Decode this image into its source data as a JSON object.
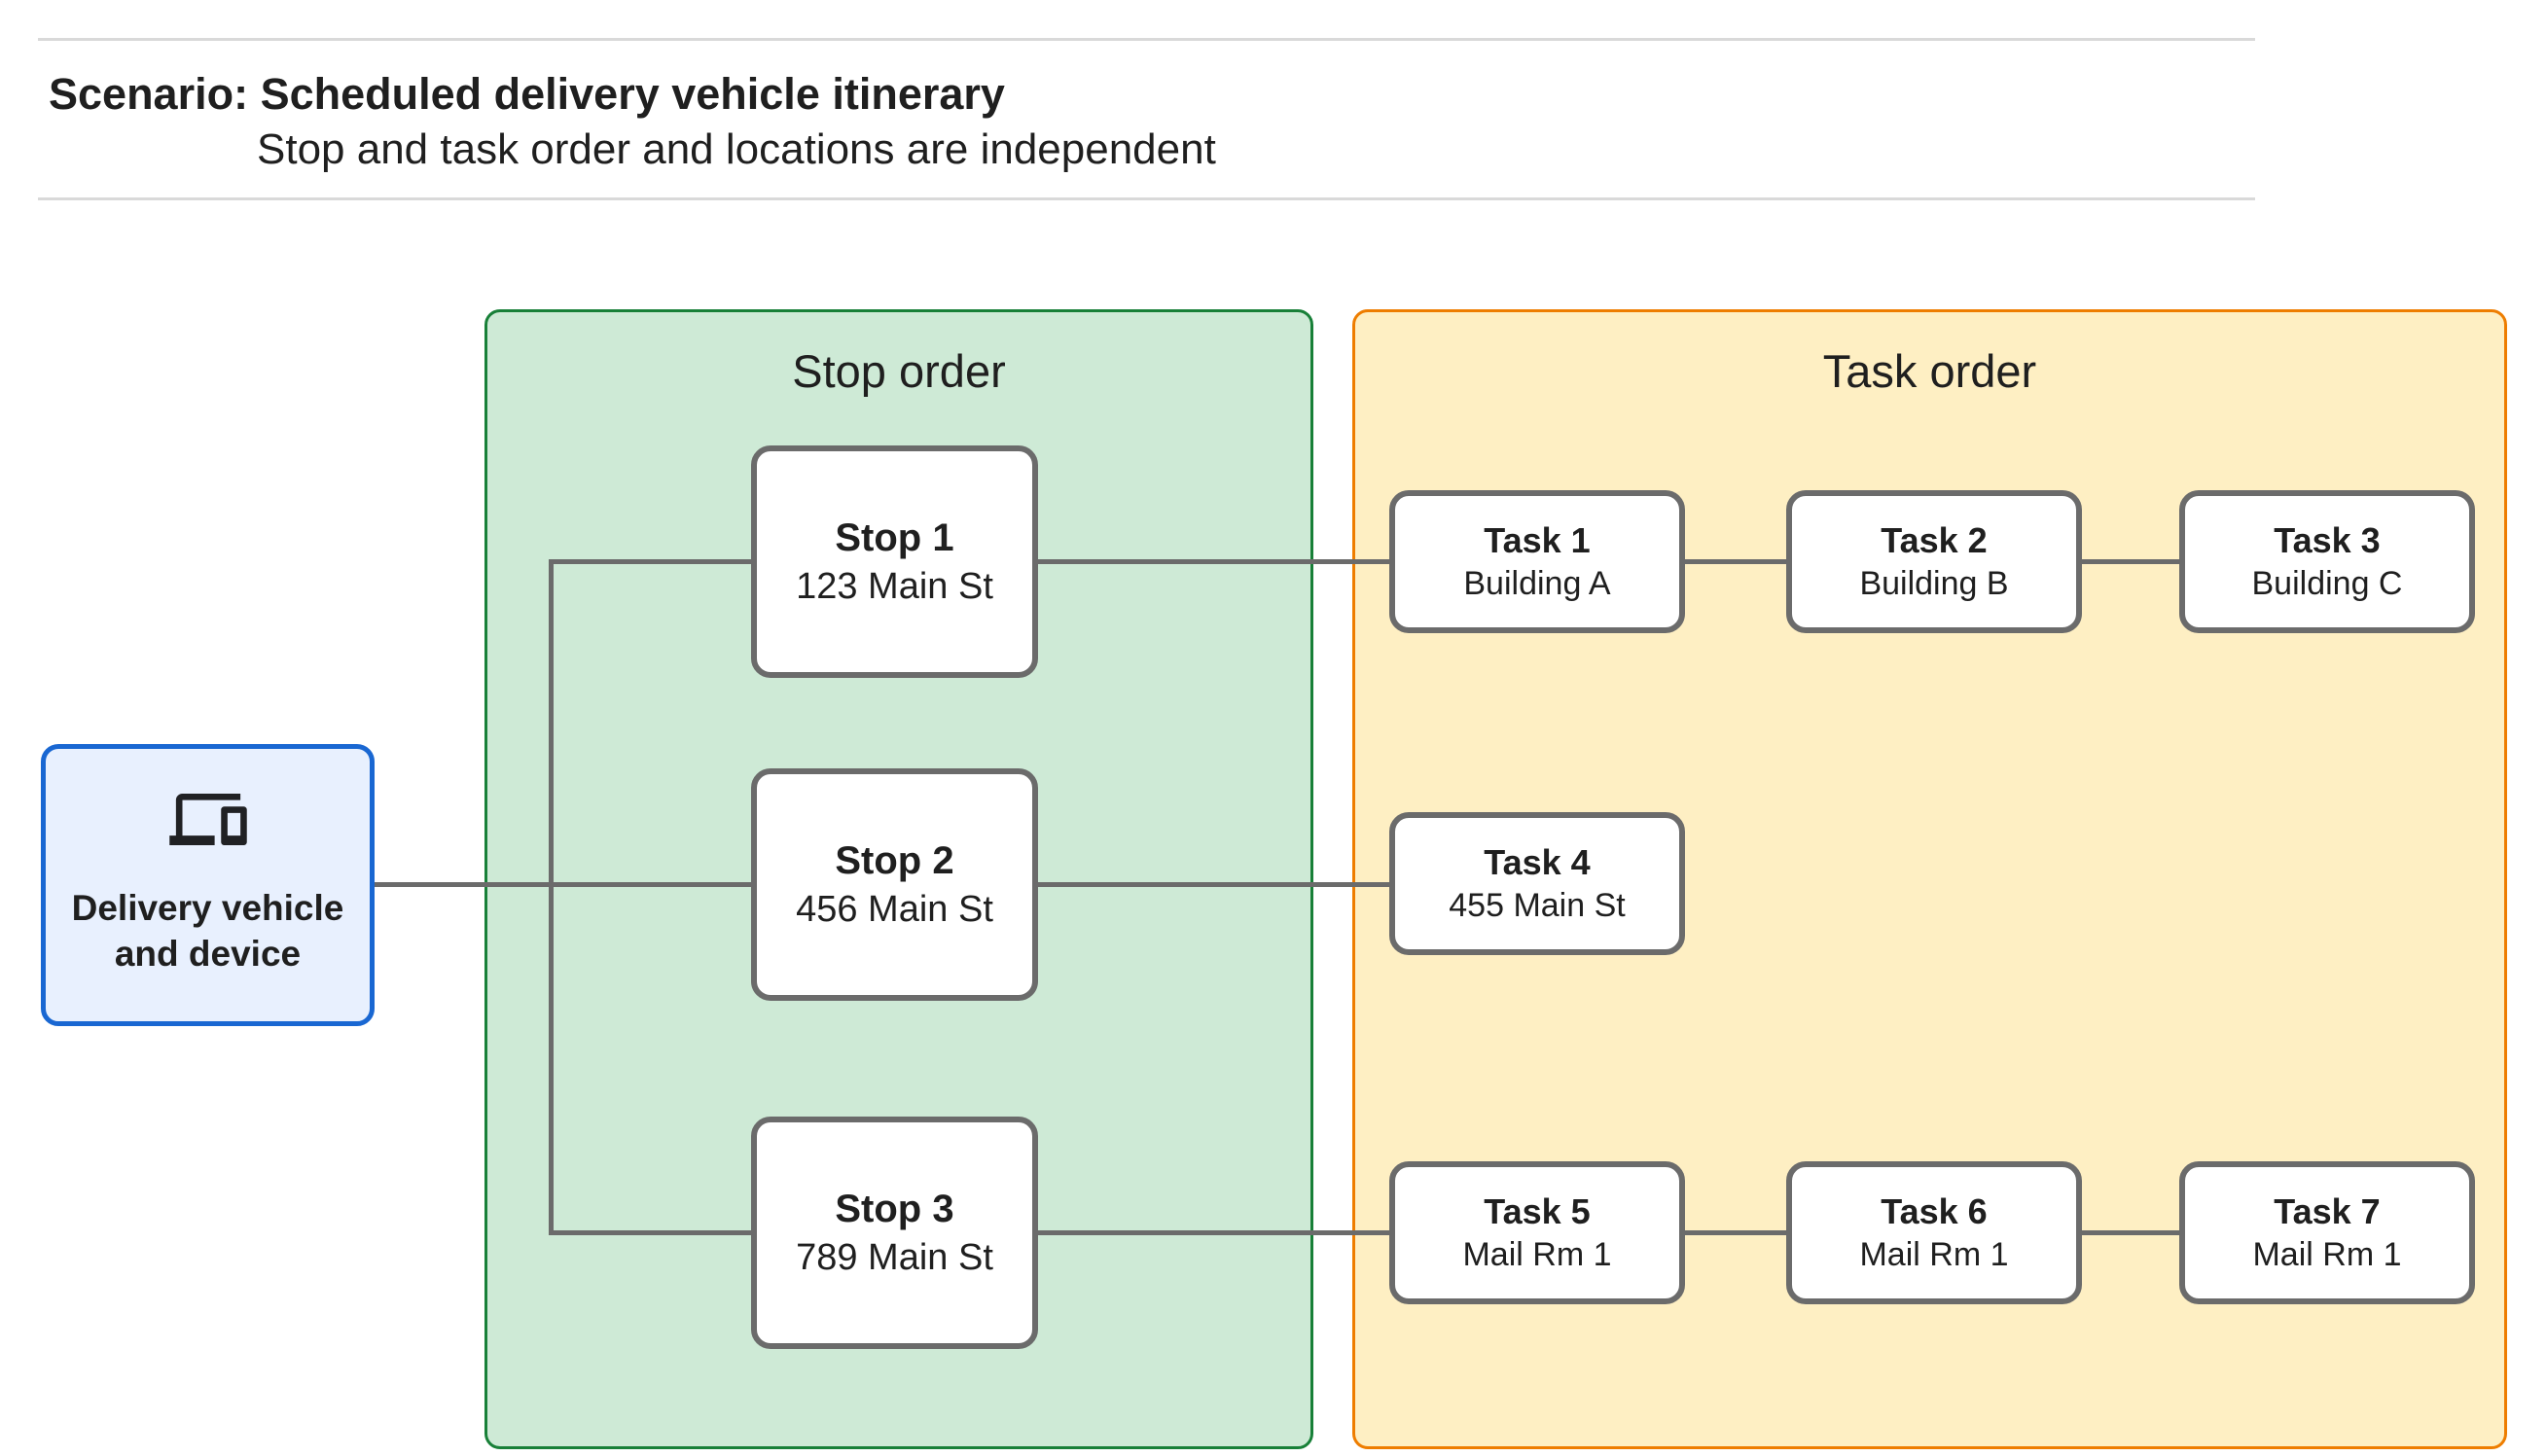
{
  "header": {
    "title": "Scenario: Scheduled delivery vehicle itinerary",
    "subtitle": "Stop and task order and locations are independent"
  },
  "vehicle": {
    "icon": "devices-icon",
    "label_line1": "Delivery vehicle",
    "label_line2": "and device"
  },
  "stop_group": {
    "label": "Stop order",
    "stops": [
      {
        "title": "Stop 1",
        "address": "123 Main St"
      },
      {
        "title": "Stop 2",
        "address": "456 Main St"
      },
      {
        "title": "Stop 3",
        "address": "789 Main St"
      }
    ]
  },
  "task_group": {
    "label": "Task order",
    "tasks": [
      {
        "title": "Task 1",
        "location": "Building A"
      },
      {
        "title": "Task 2",
        "location": "Building B"
      },
      {
        "title": "Task 3",
        "location": "Building C"
      },
      {
        "title": "Task 4",
        "location": "455 Main St"
      },
      {
        "title": "Task 5",
        "location": "Mail Rm 1"
      },
      {
        "title": "Task 6",
        "location": "Mail Rm 1"
      },
      {
        "title": "Task 7",
        "location": "Mail Rm 1"
      }
    ]
  },
  "colors": {
    "vehicle_fill": "#e8f0fe",
    "vehicle_border": "#1967d2",
    "stop_group_fill": "#ceead6",
    "stop_group_border": "#188038",
    "task_group_fill": "#feefc3",
    "task_group_border": "#ee7d00",
    "node_border": "#6b6b6b",
    "connector": "#6b6b6b",
    "text": "#1f1f1f",
    "rule": "#d9d9d9"
  }
}
